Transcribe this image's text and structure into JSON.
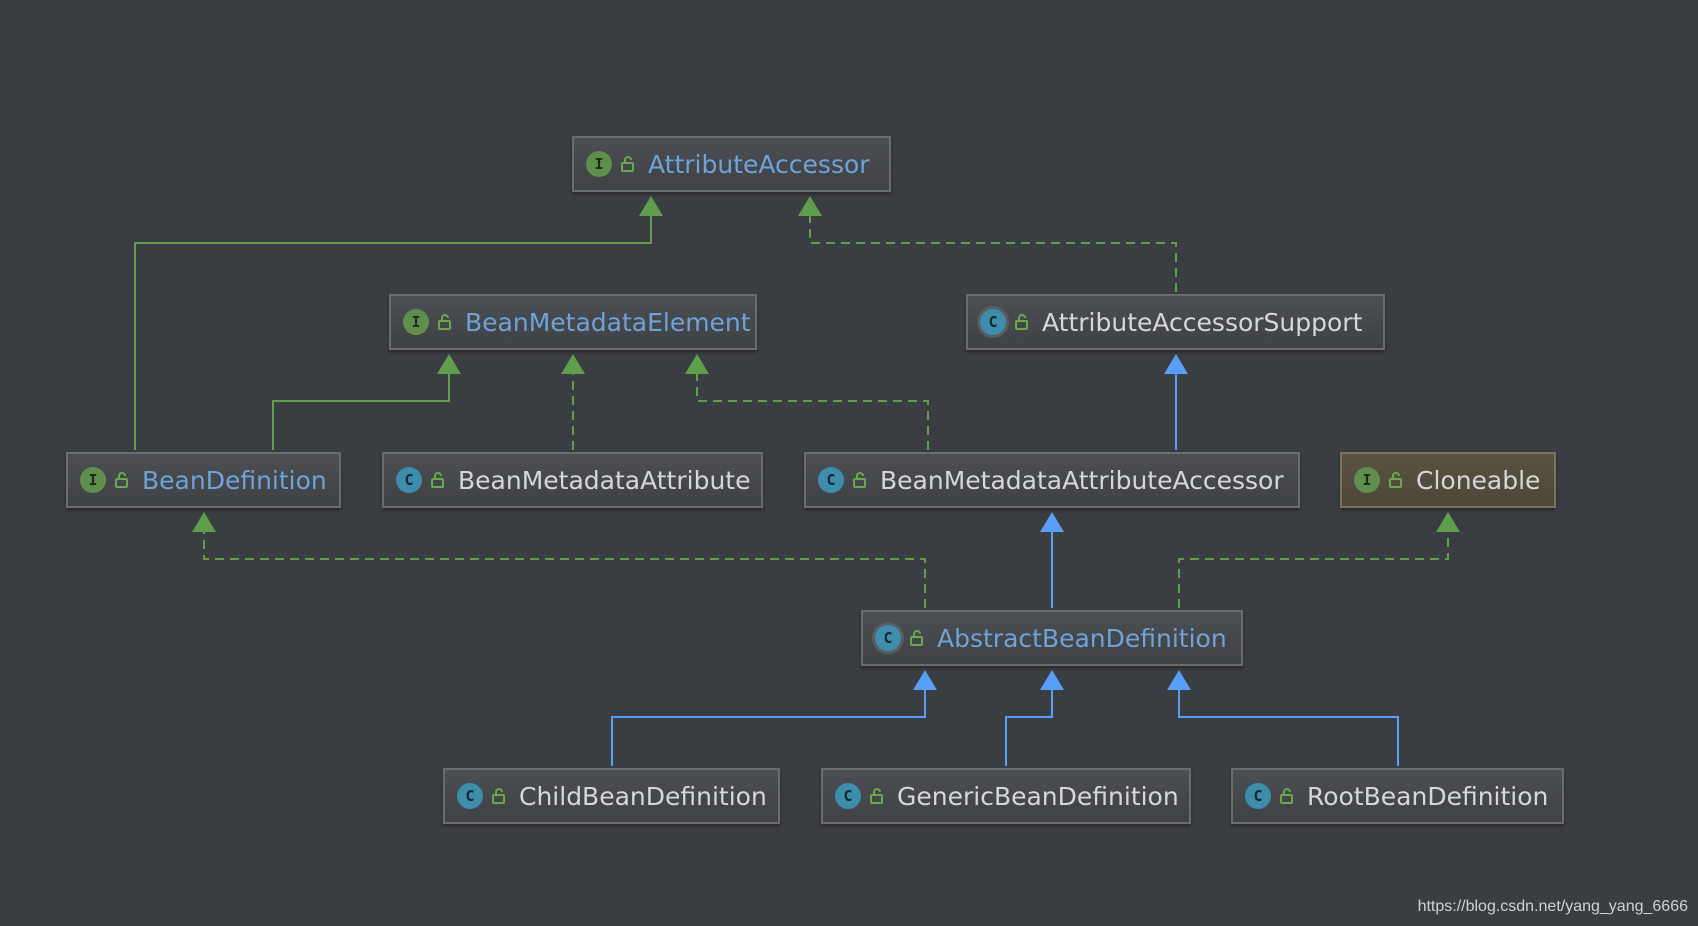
{
  "colors": {
    "interface_arrow": "#5f9e4a",
    "class_arrow": "#589df6",
    "library_fill": "#5a5343"
  },
  "nodes": {
    "attribute_accessor": {
      "label": "AttributeAccessor",
      "kind": "I",
      "icon": "interface-icon"
    },
    "bean_metadata_element": {
      "label": "BeanMetadataElement",
      "kind": "I",
      "icon": "interface-icon"
    },
    "attribute_accessor_support": {
      "label": "AttributeAccessorSupport",
      "kind": "C",
      "icon": "abstract-class-icon"
    },
    "bean_definition": {
      "label": "BeanDefinition",
      "kind": "I",
      "icon": "interface-icon"
    },
    "bean_metadata_attribute": {
      "label": "BeanMetadataAttribute",
      "kind": "C",
      "icon": "class-icon"
    },
    "bean_metadata_attribute_accessor": {
      "label": "BeanMetadataAttributeAccessor",
      "kind": "C",
      "icon": "class-icon"
    },
    "cloneable": {
      "label": "Cloneable",
      "kind": "I",
      "icon": "interface-icon"
    },
    "abstract_bean_definition": {
      "label": "AbstractBeanDefinition",
      "kind": "C",
      "icon": "abstract-class-icon"
    },
    "child_bean_definition": {
      "label": "ChildBeanDefinition",
      "kind": "C",
      "icon": "class-icon"
    },
    "generic_bean_definition": {
      "label": "GenericBeanDefinition",
      "kind": "C",
      "icon": "class-icon"
    },
    "root_bean_definition": {
      "label": "RootBeanDefinition",
      "kind": "C",
      "icon": "class-icon"
    }
  },
  "relations": [
    {
      "from": "bean_definition",
      "to": "attribute_accessor",
      "type": "extends-interface"
    },
    {
      "from": "attribute_accessor_support",
      "to": "attribute_accessor",
      "type": "implements"
    },
    {
      "from": "bean_definition",
      "to": "bean_metadata_element",
      "type": "extends-interface"
    },
    {
      "from": "bean_metadata_attribute",
      "to": "bean_metadata_element",
      "type": "implements"
    },
    {
      "from": "bean_metadata_attribute_accessor",
      "to": "bean_metadata_element",
      "type": "implements"
    },
    {
      "from": "bean_metadata_attribute_accessor",
      "to": "attribute_accessor_support",
      "type": "extends"
    },
    {
      "from": "abstract_bean_definition",
      "to": "bean_definition",
      "type": "implements"
    },
    {
      "from": "abstract_bean_definition",
      "to": "bean_metadata_attribute_accessor",
      "type": "extends"
    },
    {
      "from": "abstract_bean_definition",
      "to": "cloneable",
      "type": "implements"
    },
    {
      "from": "child_bean_definition",
      "to": "abstract_bean_definition",
      "type": "extends"
    },
    {
      "from": "generic_bean_definition",
      "to": "abstract_bean_definition",
      "type": "extends"
    },
    {
      "from": "root_bean_definition",
      "to": "abstract_bean_definition",
      "type": "extends"
    }
  ],
  "watermark": "https://blog.csdn.net/yang_yang_6666"
}
